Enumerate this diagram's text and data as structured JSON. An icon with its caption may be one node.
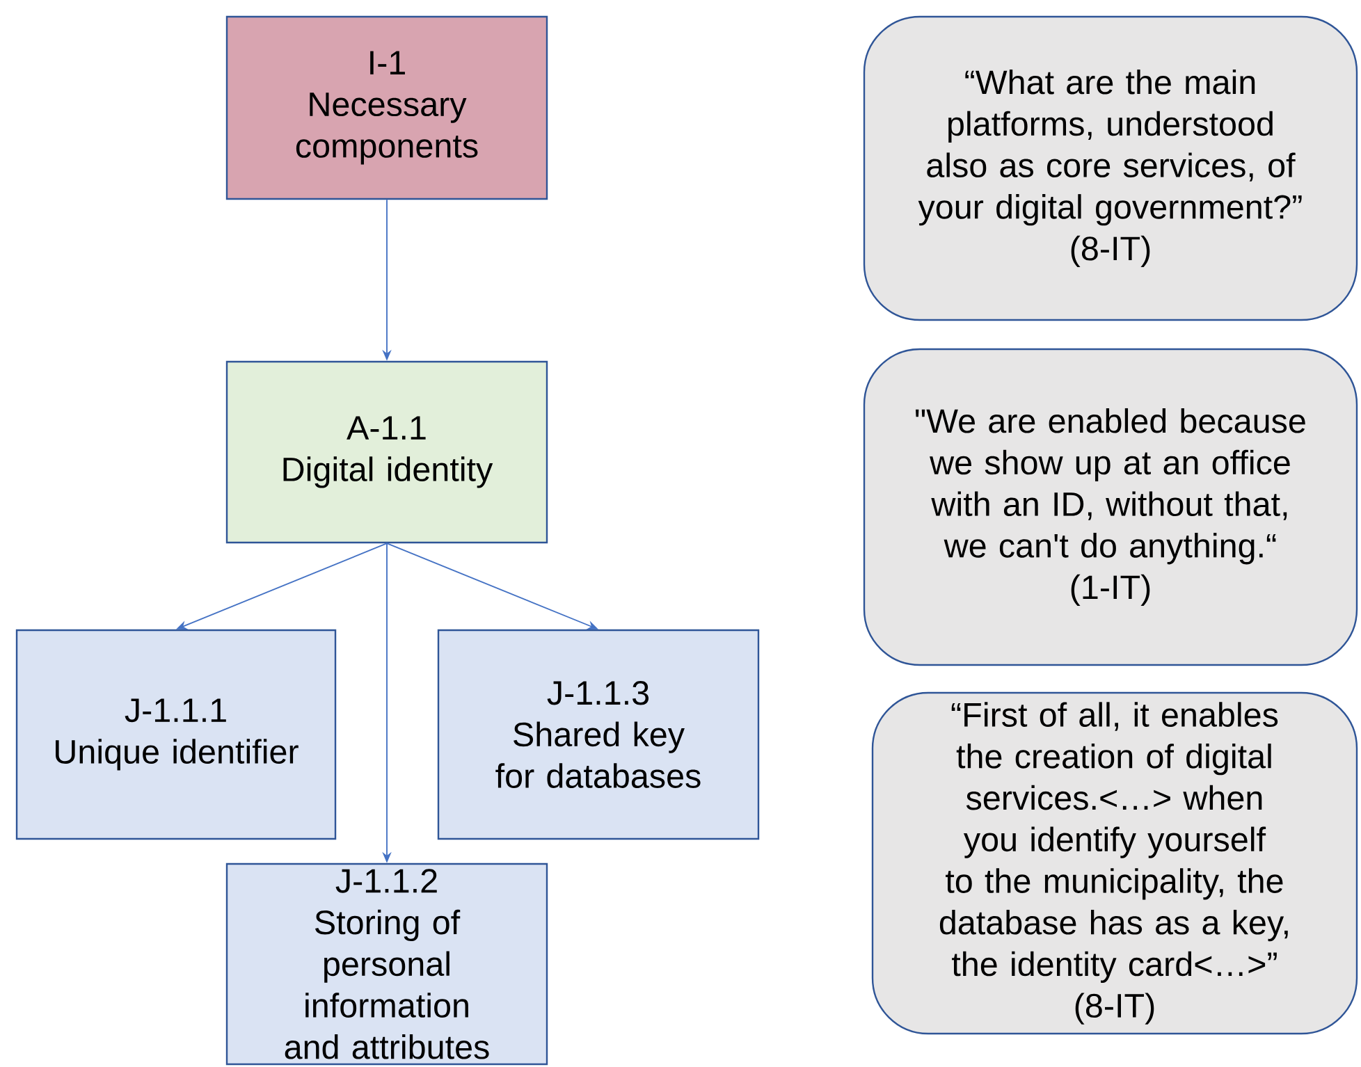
{
  "diagram": {
    "nodes": [
      {
        "text": [
          "I-1",
          "Necessary components"
        ]
      },
      {
        "text": [
          "A-1.1",
          "Digital identity"
        ]
      },
      {
        "text": [
          "J-1.1.1",
          "Unique identifier"
        ]
      },
      {
        "text": [
          "J-1.1.3",
          "Shared key for databases"
        ]
      },
      {
        "text": [
          "J-1.1.2",
          "Storing of personal information and attributes"
        ]
      },
      {
        "text": [
          "“What are the main platforms, understood also as core services, of your digital government?”",
          "(8-IT)"
        ]
      },
      {
        "text": [
          "\"We are enabled because we show up at an office with an ID, without that, we can't do anything.“",
          "(1-IT)"
        ]
      },
      {
        "text": [
          "“First of all, it enables the creation of digital services.<…> when you identify yourself to the municipality, the database has as a key, the identity card<…>”",
          "(8-IT)"
        ]
      }
    ],
    "edges": [
      {
        "from": 0,
        "to": 1,
        "arrow": "to"
      },
      {
        "from": 1,
        "to": 2,
        "arrow": "to"
      },
      {
        "from": 1,
        "to": 4,
        "arrow": "to"
      },
      {
        "from": 1,
        "to": 3,
        "arrow": "to"
      }
    ]
  }
}
